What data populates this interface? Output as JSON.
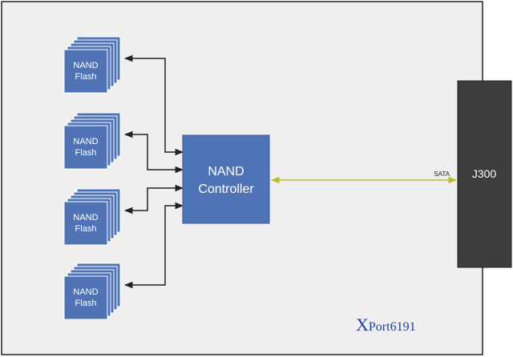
{
  "nand_chips": [
    {
      "line1": "NAND",
      "line2": "Flash"
    },
    {
      "line1": "NAND",
      "line2": "Flash"
    },
    {
      "line1": "NAND",
      "line2": "Flash"
    },
    {
      "line1": "NAND",
      "line2": "Flash"
    }
  ],
  "controller": {
    "line1": "NAND",
    "line2": "Controller"
  },
  "connector": {
    "label": "J300"
  },
  "link": {
    "label": "SATA"
  },
  "brand": {
    "x": "X",
    "rest": "Port6191"
  },
  "colors": {
    "board": "#efefef",
    "chip_fill": "#4f73b4",
    "chip_border": "#ffffff",
    "controller_fill": "#4f73b4",
    "controller_border": "#3a5a94",
    "connector_fill": "#3d3d3d",
    "sata_line": "#b8bd2a",
    "bus_line": "#222222",
    "brand": "#1f3d99"
  }
}
